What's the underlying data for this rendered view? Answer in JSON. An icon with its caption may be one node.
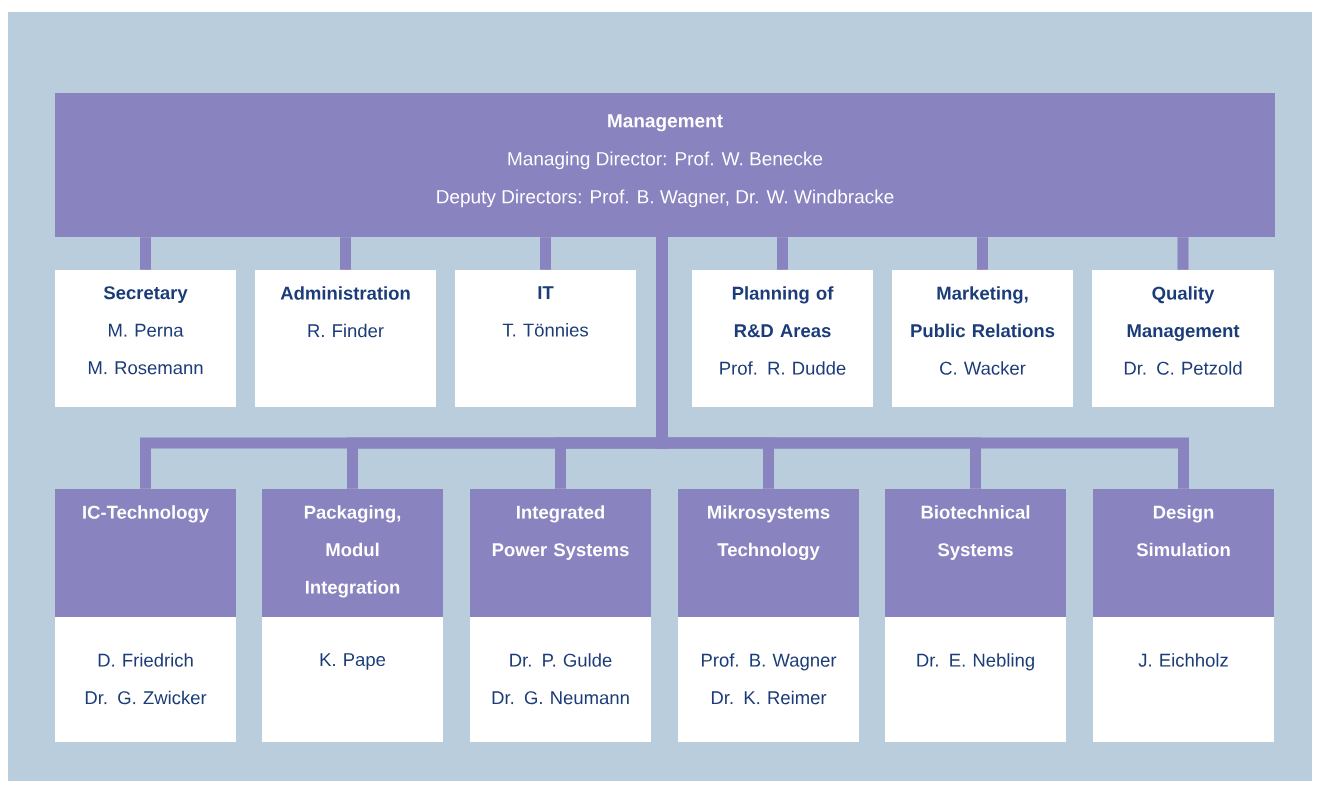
{
  "diagram": {
    "nodes": [
      {
        "text": [
          "Management",
          "Managing Director: Prof. W. Benecke",
          "Deputy Directors: Prof. B. Wagner, Dr. W. Windbracke"
        ]
      },
      {
        "text": [
          "Secretary",
          "M. Perna",
          "M. Rosemann"
        ]
      },
      {
        "text": [
          "Administration",
          "R. Finder"
        ]
      },
      {
        "text": [
          "IT",
          "T. Tönnies"
        ]
      },
      {
        "text": [
          "Planning of R&D Areas",
          "Prof. R. Dudde"
        ]
      },
      {
        "text": [
          "Marketing, Public Relations",
          "C. Wacker"
        ]
      },
      {
        "text": [
          "Quality Management",
          "Dr. C. Petzold"
        ]
      },
      {
        "text": [
          "IC-Technology",
          "D. Friedrich",
          "Dr. G. Zwicker"
        ]
      },
      {
        "text": [
          "Packaging, Modul Integration",
          "K. Pape"
        ]
      },
      {
        "text": [
          "Integrated Power Systems",
          "Dr. P. Gulde",
          "Dr. G. Neumann"
        ]
      },
      {
        "text": [
          "Mikrosystems Technology",
          "Prof. B. Wagner",
          "Dr. K. Reimer"
        ]
      },
      {
        "text": [
          "Biotechnical Systems",
          "Dr. E. Nebling"
        ]
      },
      {
        "text": [
          "Design Simulation",
          "J. Eichholz"
        ]
      }
    ],
    "edges": [
      {
        "from": 0,
        "to": 1,
        "arrow": "none"
      },
      {
        "from": 0,
        "to": 2,
        "arrow": "none"
      },
      {
        "from": 0,
        "to": 3,
        "arrow": "none"
      },
      {
        "from": 0,
        "to": 4,
        "arrow": "none"
      },
      {
        "from": 0,
        "to": 5,
        "arrow": "none"
      },
      {
        "from": 0,
        "to": 6,
        "arrow": "none"
      },
      {
        "from": 0,
        "to": 7,
        "arrow": "none"
      },
      {
        "from": 0,
        "to": 8,
        "arrow": "none"
      },
      {
        "from": 0,
        "to": 9,
        "arrow": "none"
      },
      {
        "from": 0,
        "to": 10,
        "arrow": "none"
      },
      {
        "from": 0,
        "to": 11,
        "arrow": "none"
      },
      {
        "from": 0,
        "to": 12,
        "arrow": "none"
      }
    ]
  }
}
